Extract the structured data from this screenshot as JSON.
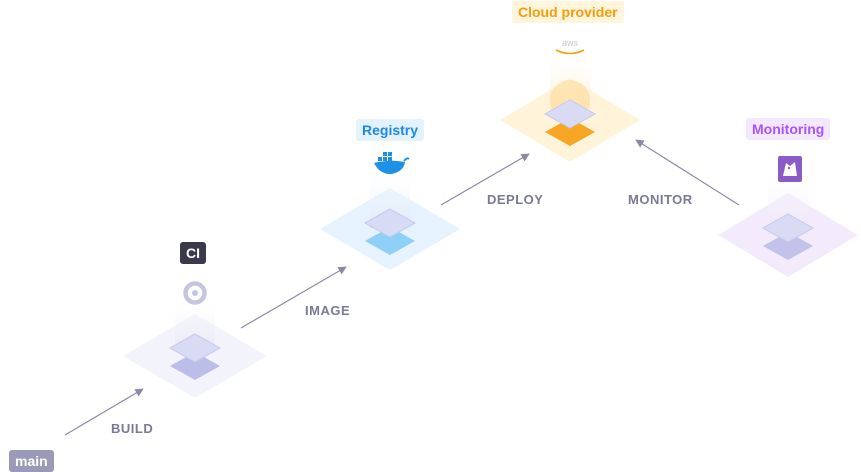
{
  "labels": {
    "main": "main",
    "ci": "CI",
    "registry": "Registry",
    "cloud": "Cloud provider",
    "monitoring": "Monitoring"
  },
  "steps": {
    "build": "BUILD",
    "image": "IMAGE",
    "deploy": "DEPLOY",
    "monitor": "MONITOR"
  },
  "icons": {
    "ci": "circleci-icon",
    "registry": "docker-whale-icon",
    "cloud": "aws-icon",
    "monitoring": "datadog-dog-icon"
  },
  "colors": {
    "main_tag": "#9a9ab8",
    "ci_tag": "#3a3a4a",
    "registry": "#1e88e5",
    "cloud": "#f59e0b",
    "monitoring": "#a855f7",
    "step_text": "#7a7a96",
    "arrow": "#8a8aa8"
  }
}
